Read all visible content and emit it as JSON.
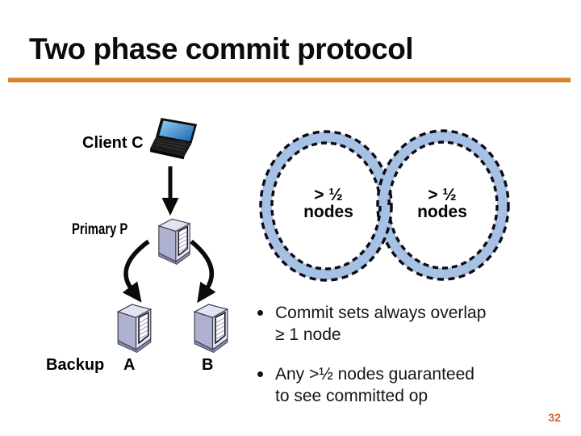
{
  "slide": {
    "title": "Two phase commit protocol",
    "page_number": "32",
    "accent_color": "#D9822B",
    "page_number_color": "#C9662A",
    "background_color": "#FFFFFF"
  },
  "diagram": {
    "client_label": "Client C",
    "primary_label": "Primary P",
    "backup_label": "Backup",
    "node_a_label": "A",
    "node_b_label": "B",
    "icons": {
      "client": "laptop-icon",
      "primary": "server-icon",
      "backup_a": "server-icon",
      "backup_b": "server-icon"
    },
    "arrows": [
      "client-to-primary",
      "primary-to-backup-a",
      "primary-to-backup-b"
    ]
  },
  "venn": {
    "ring_color": "#A6C1E4",
    "dash_color": "#0A0A14",
    "left": {
      "line1": "> ½",
      "line2": "nodes"
    },
    "right": {
      "line1": "> ½",
      "line2": "nodes"
    }
  },
  "bullets": [
    {
      "lines": [
        "Commit sets always overlap",
        "≥ 1 node"
      ]
    },
    {
      "lines": [
        "Any >½ nodes guaranteed",
        "to see committed op"
      ]
    }
  ]
}
